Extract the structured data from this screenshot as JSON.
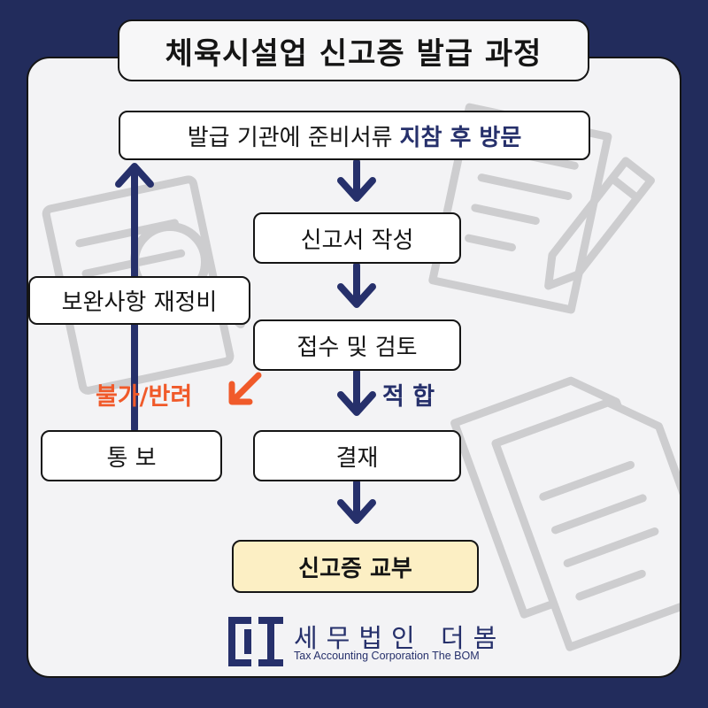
{
  "title": "체육시설업 신고증 발급 과정",
  "steps": {
    "visit_main": "발급 기관에 준비서류 ",
    "visit_accent": "지참 후 방문",
    "write_form": "신고서 작성",
    "review": "접수 및 검토",
    "approval": "결재",
    "issue": "신고증 교부",
    "supplement": "보완사항 재정비",
    "notify": "통 보"
  },
  "labels": {
    "reject": "불가/반려",
    "pass": "적 합"
  },
  "logo": {
    "name": "세무법인 더봄",
    "subtitle": "Tax Accounting Corporation The BOM"
  },
  "colors": {
    "background": "#222c5c",
    "panel": "#f3f3f5",
    "accent_navy": "#26306b",
    "reject_orange": "#f05a2a",
    "issue_box": "#fcefc4"
  }
}
